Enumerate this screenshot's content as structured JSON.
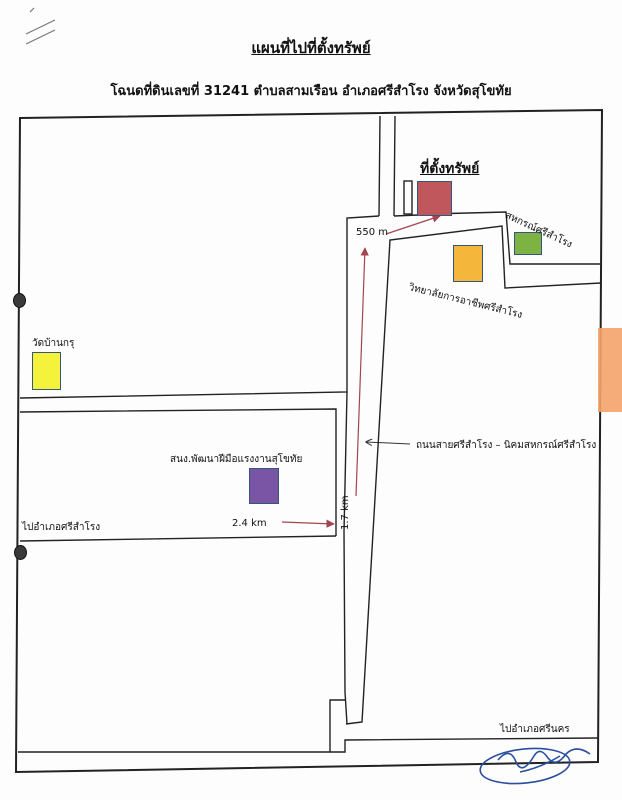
{
  "title": "แผนที่ไปที่ตั้งทรัพย์",
  "subtitle": "โฉนดที่ดินเลขที่ 31241 ตำบลสามเรือน อำเภอศรีสำโรง จังหวัดสุโขทัย",
  "labels": {
    "property": "ที่ตั้งทรัพย์",
    "cooperative": "สหกรณ์ศรีสำโรง",
    "college": "วิทยาลัยการอาชีพศรีสำโรง",
    "temple": "วัดบ้านกรุ",
    "skills_office": "สนง.พัฒนาฝีมือแรงงานสุโขทัย",
    "to_si_samrong": "ไปอำเภอศรีสำโรง",
    "to_si_nakhon": "ไปอำเภอศรีนคร",
    "road_name": "ถนนสายศรีสำโรง – นิคมสหกรณ์ศรีสำโรง",
    "dist_550": "550 m",
    "dist_24": "2.4 km",
    "dist_17": "1.7 km"
  },
  "colors": {
    "property": "#c0575c",
    "cooperative": "#7cb342",
    "college": "#f5b73b",
    "temple": "#f4f23a",
    "skills_office": "#7a55a6",
    "arrow": "#a2454f",
    "tape": "#f4a36a"
  }
}
